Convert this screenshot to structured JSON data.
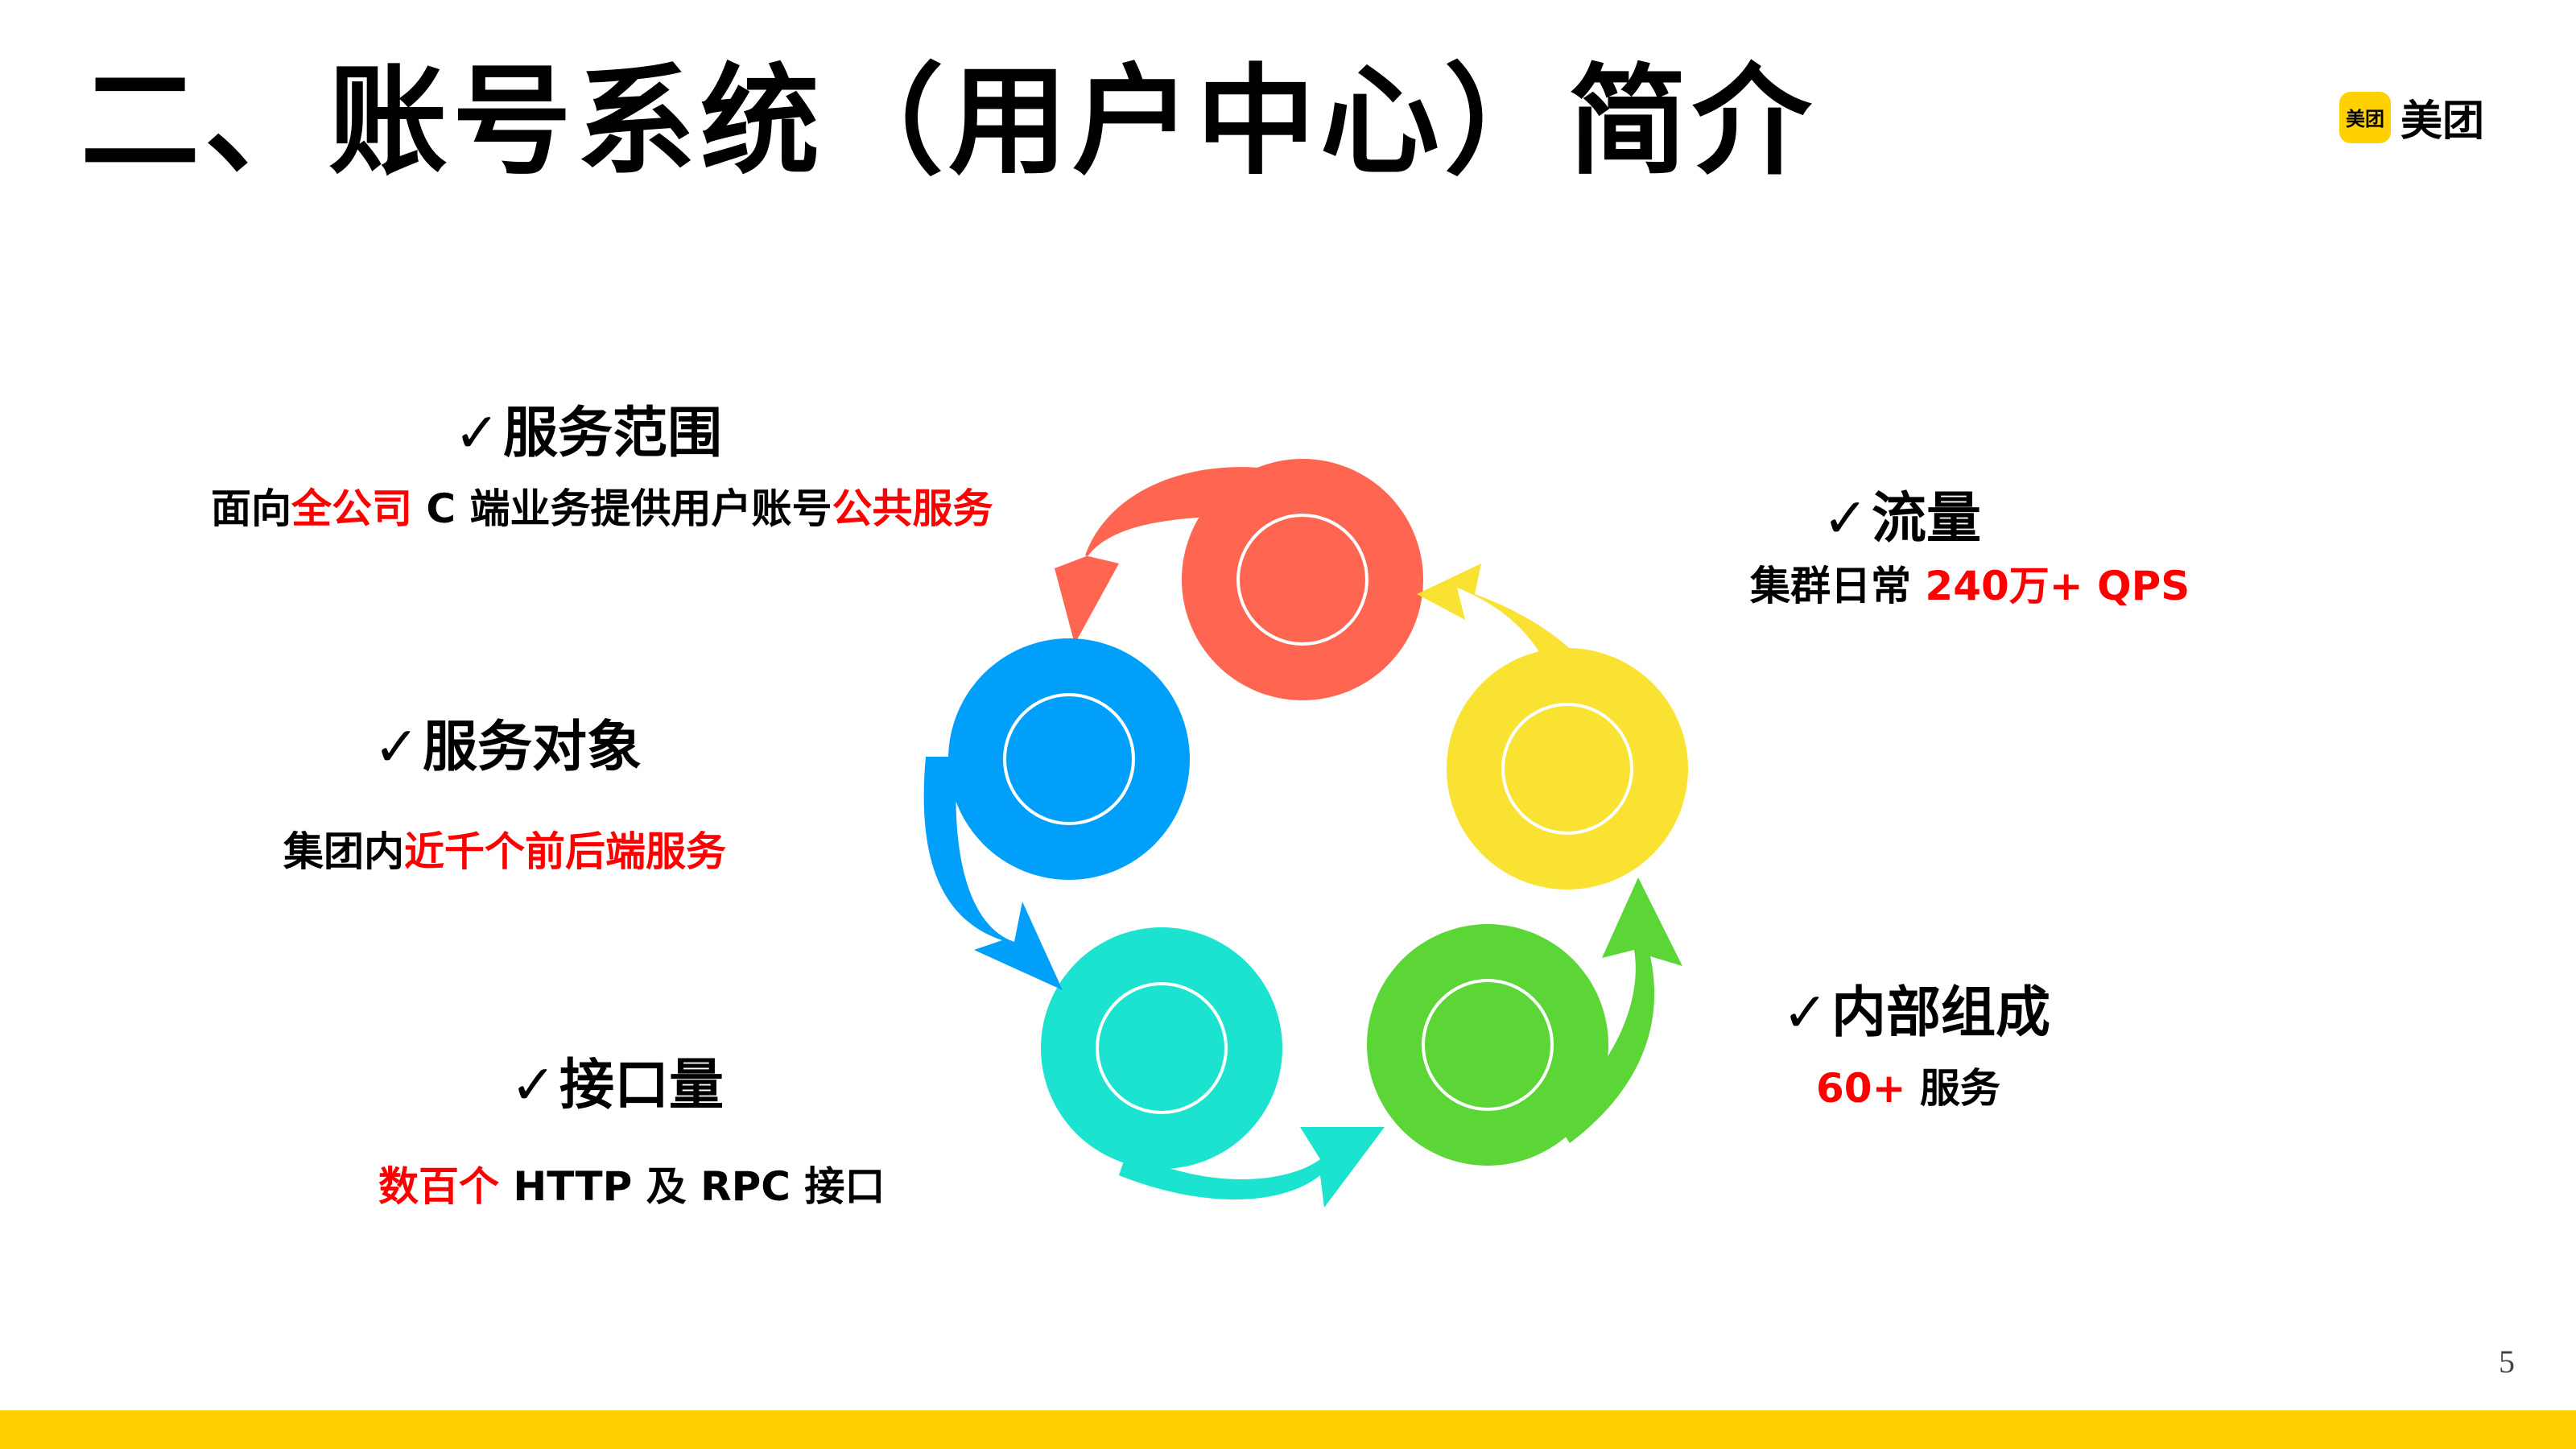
{
  "slide": {
    "title": "二、账号系统（用户中心）简介",
    "page_number": "5"
  },
  "logo": {
    "badge_text": "美团",
    "text": "美团",
    "badge_color": "#FFD100"
  },
  "colors": {
    "accent_red": "#FF0000",
    "footer_bar": "#FFD100",
    "cycle_red": "#FF6652",
    "cycle_yellow": "#FAE233",
    "cycle_green": "#5CD637",
    "cycle_cyan": "#1BE3CF",
    "cycle_blue": "#00A0FA"
  },
  "check_mark": "✓",
  "items": {
    "service_scope": {
      "heading": "服务范围",
      "desc_1": "面向",
      "desc_2": "全公司",
      "desc_3": " C 端业务提供用户账号",
      "desc_4": "公共服务"
    },
    "service_target": {
      "heading": "服务对象",
      "desc_1": "集团内",
      "desc_2": "近千个前后端服务"
    },
    "interface_count": {
      "heading": "接口量",
      "desc_1": "数百个",
      "desc_2": " HTTP 及 RPC 接口"
    },
    "traffic": {
      "heading": "流量",
      "desc_1": "集群日常 ",
      "desc_2": "240万+ QPS"
    },
    "internal_composition": {
      "heading": "内部组成",
      "desc_1": "60+",
      "desc_2": " 服务"
    }
  }
}
